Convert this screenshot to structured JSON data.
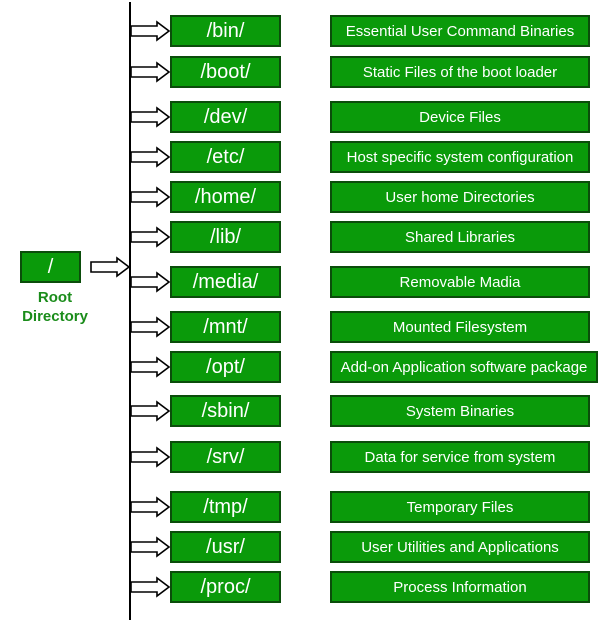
{
  "root": {
    "label": "/",
    "caption_line1": "Root",
    "caption_line2": "Directory"
  },
  "colors": {
    "box_fill": "#0a9a0a",
    "box_border": "#0b4d0b",
    "caption": "#1a8c1a",
    "line": "#000000"
  },
  "rows": [
    {
      "dir": "/bin/",
      "desc": "Essential User Command Binaries"
    },
    {
      "dir": "/boot/",
      "desc": "Static Files of the boot loader"
    },
    {
      "dir": "/dev/",
      "desc": "Device Files"
    },
    {
      "dir": "/etc/",
      "desc": "Host specific system configuration"
    },
    {
      "dir": "/home/",
      "desc": "User home Directories"
    },
    {
      "dir": "/lib/",
      "desc": "Shared Libraries"
    },
    {
      "dir": "/media/",
      "desc": "Removable Madia"
    },
    {
      "dir": "/mnt/",
      "desc": "Mounted Filesystem"
    },
    {
      "dir": "/opt/",
      "desc": "Add-on Application software package"
    },
    {
      "dir": "/sbin/",
      "desc": "System Binaries"
    },
    {
      "dir": "/srv/",
      "desc": "Data for service from system"
    },
    {
      "dir": "/tmp/",
      "desc": "Temporary Files"
    },
    {
      "dir": "/usr/",
      "desc": "User Utilities and Applications"
    },
    {
      "dir": "/proc/",
      "desc": "Process Information"
    }
  ]
}
